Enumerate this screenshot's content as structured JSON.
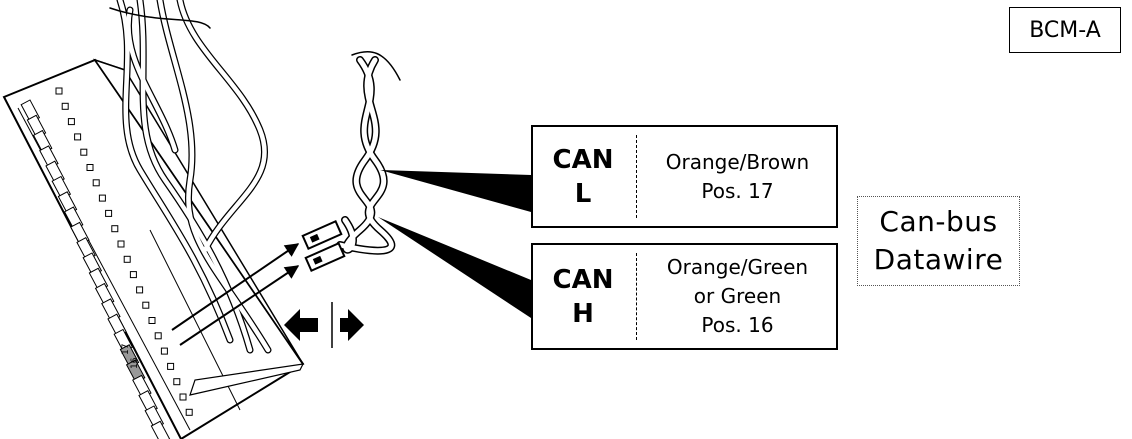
{
  "module_tag": "BCM-A",
  "can_l": {
    "code_line1": "CAN",
    "code_line2": "L",
    "color": "Orange/Brown",
    "position": "Pos. 17"
  },
  "can_h": {
    "code_line1": "CAN",
    "code_line2": "H",
    "color_line1": "Orange/Green",
    "color_line2": "or Green",
    "position": "Pos. 16"
  },
  "bus_label": {
    "line1": "Can-bus",
    "line2": "Datawire"
  },
  "pin_numbers": {
    "upper": "17",
    "lower": "16"
  },
  "icons": {
    "direction_arrows": "left-right-arrows-icon",
    "pin_pointer": "arrow-icon"
  }
}
